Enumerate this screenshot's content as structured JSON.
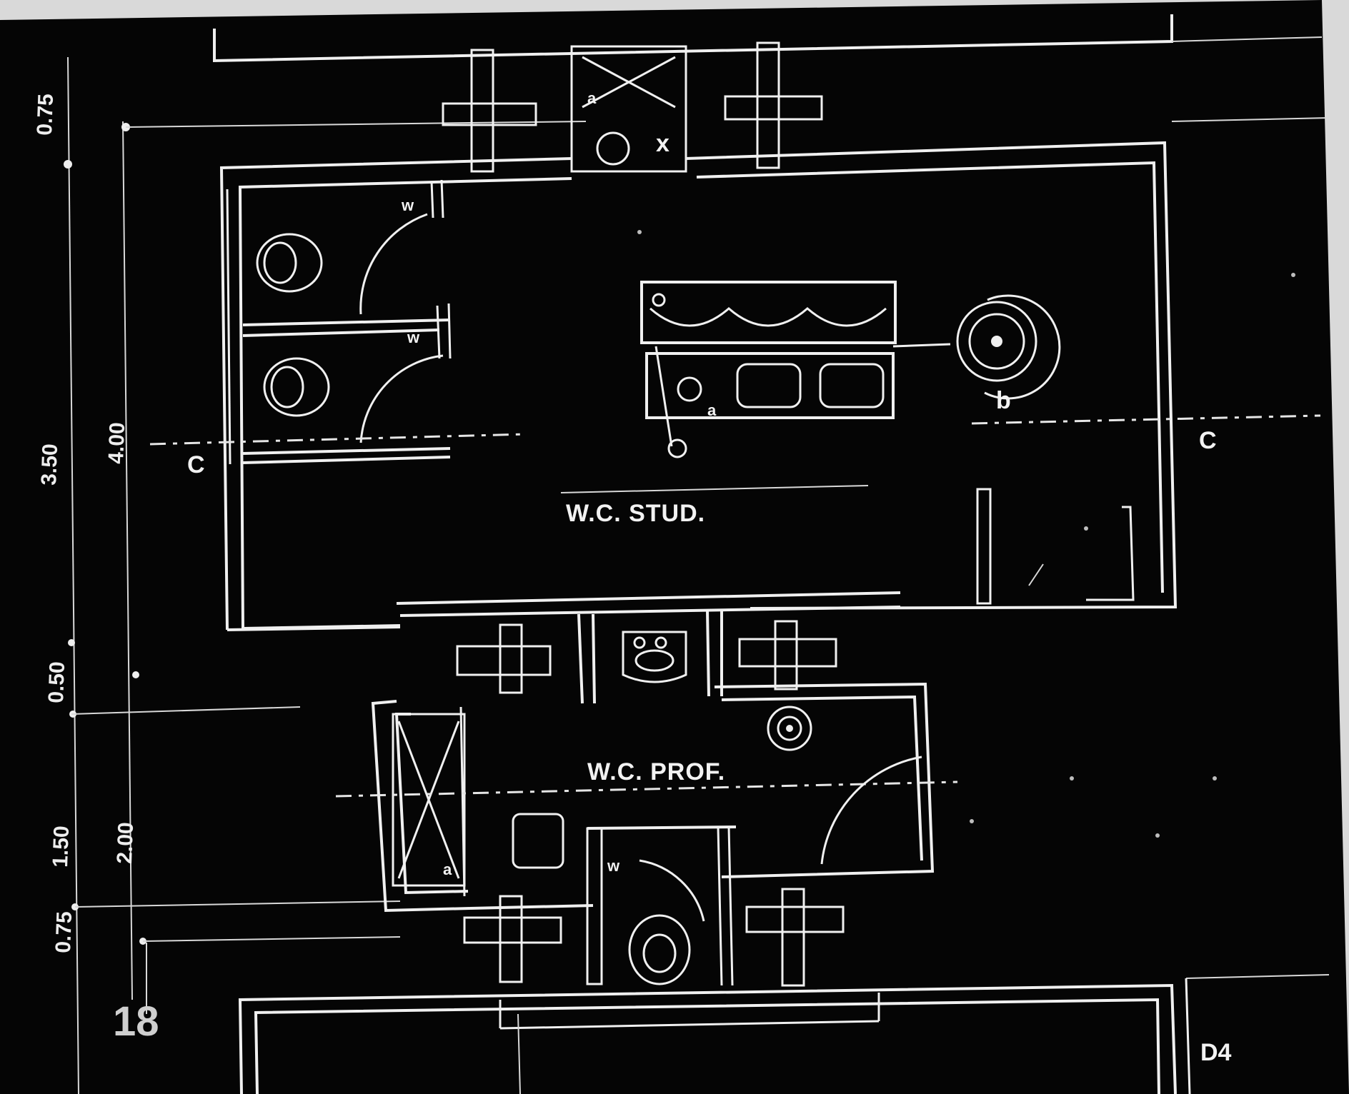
{
  "plan": {
    "page_number": "18",
    "rooms": {
      "wc_stud": "W.C. STUD.",
      "wc_prof": "W.C. PROF."
    },
    "section_marks": {
      "left": "C",
      "right": "C",
      "corner": "D4"
    },
    "fixture_marks": {
      "w1": "w",
      "w2": "w",
      "w3": "w",
      "a1": "a",
      "a2": "a",
      "a3": "a",
      "b1": "b",
      "x1": "x"
    },
    "dimensions_outer": [
      "0.75",
      "3.50",
      "0.50",
      "1.50",
      "0.75"
    ],
    "dimensions_inner": [
      "4.00",
      "2.00"
    ],
    "colors": {
      "background": "#050505",
      "lines": "#f0f0f0",
      "paper": "#d9d9d9"
    }
  }
}
